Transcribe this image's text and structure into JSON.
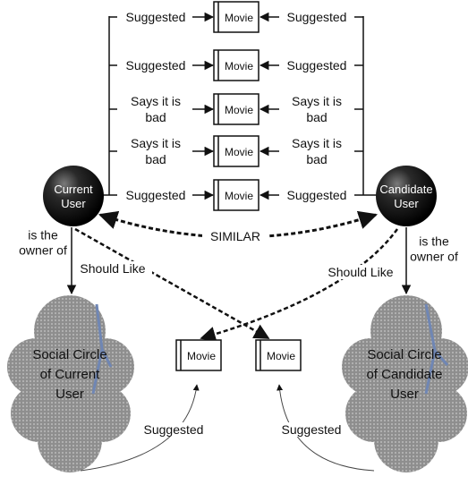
{
  "movie_label": "Movie",
  "rows": [
    {
      "left": [
        "Suggested"
      ],
      "right": [
        "Suggested"
      ]
    },
    {
      "left": [
        "Suggested"
      ],
      "right": [
        "Suggested"
      ]
    },
    {
      "left": [
        "Says it is",
        "bad"
      ],
      "right": [
        "Says it is",
        "bad"
      ]
    },
    {
      "left": [
        "Says it is",
        "bad"
      ],
      "right": [
        "Says it is",
        "bad"
      ]
    },
    {
      "left": [
        "Suggested"
      ],
      "right": [
        "Suggested"
      ]
    }
  ],
  "current_user": [
    "Current",
    "User"
  ],
  "candidate_user": [
    "Candidate",
    "User"
  ],
  "similar_label": "SIMILAR",
  "owner_label_left": [
    "is the",
    "owner of"
  ],
  "owner_label_right": [
    "is the",
    "owner of"
  ],
  "should_like_left": "Should Like",
  "should_like_right": "Should Like",
  "circle_left": [
    "Social Circle",
    "of Current",
    "User"
  ],
  "circle_right": [
    "Social Circle",
    "of Candidate",
    "User"
  ],
  "suggested_bottom_left": "Suggested",
  "suggested_bottom_right": "Suggested"
}
